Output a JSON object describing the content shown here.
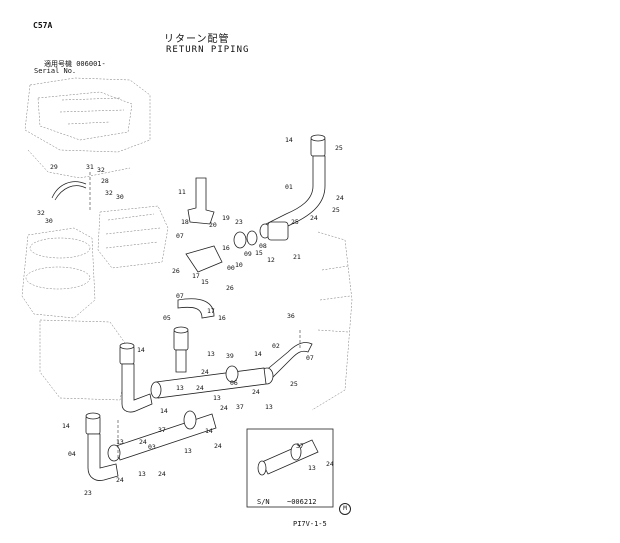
{
  "header": {
    "code": "C57A",
    "title_jp": "リターン配管",
    "title_en": "RETURN PIPING",
    "serial_jp": "適用号機 006001-",
    "serial_en": "Serial No."
  },
  "callouts": [
    "14",
    "25",
    "01",
    "24",
    "25",
    "11",
    "29",
    "31",
    "32",
    "28",
    "32",
    "30",
    "32",
    "30",
    "20",
    "19",
    "18",
    "07",
    "26",
    "17",
    "15",
    "16",
    "10",
    "09",
    "08",
    "15",
    "12",
    "21",
    "24",
    "25",
    "23",
    "00",
    "07",
    "26",
    "05",
    "17",
    "16",
    "36",
    "02",
    "14",
    "39",
    "13",
    "24",
    "06",
    "14",
    "13",
    "24",
    "07",
    "25",
    "24",
    "13",
    "14",
    "03",
    "14",
    "14",
    "13",
    "24",
    "13",
    "24",
    "37",
    "04",
    "24",
    "23",
    "13",
    "24",
    "37",
    "13",
    "24"
  ],
  "inset": {
    "sn_label": "S/N",
    "sn_value": "~006212",
    "callouts": [
      "37",
      "13",
      "24"
    ]
  },
  "footer": {
    "page_ref": "PI7V-1-5",
    "mark": "M"
  }
}
